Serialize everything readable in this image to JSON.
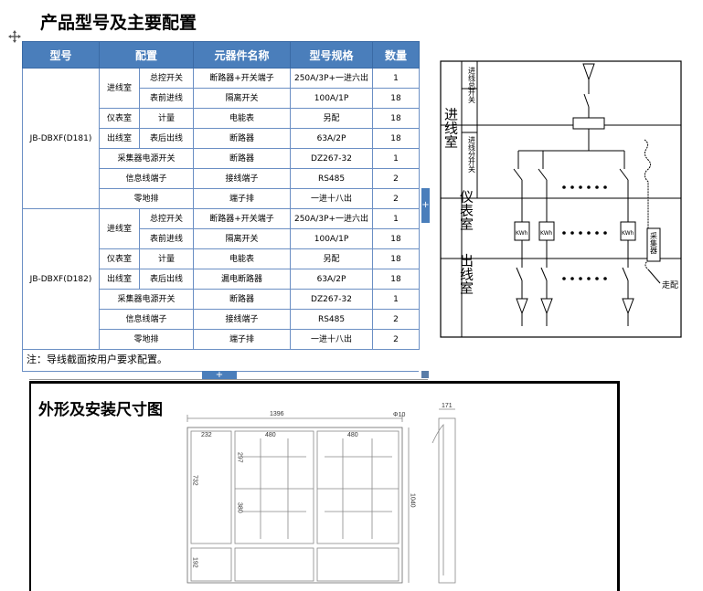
{
  "section1_title": "产品型号及主要配置",
  "table": {
    "headers": [
      "型号",
      "配置",
      "元器件名称",
      "型号规格",
      "数量"
    ],
    "groups": [
      {
        "model": "JB-DBXF(D181)",
        "rows": [
          {
            "room": "进线室",
            "item": "总控开关",
            "name": "断路器+开关端子",
            "spec": "250A/3P+一进六出",
            "qty": "1"
          },
          {
            "room": "",
            "item": "表前进线",
            "name": "隔离开关",
            "spec": "100A/1P",
            "qty": "18"
          },
          {
            "room": "仪表室",
            "item": "计量",
            "name": "电能表",
            "spec": "另配",
            "qty": "18"
          },
          {
            "room": "出线室",
            "item": "表后出线",
            "name": "断路器",
            "spec": "63A/2P",
            "qty": "18"
          },
          {
            "room": "采集器电源开关",
            "item": "",
            "name": "断路器",
            "spec": "DZ267-32",
            "qty": "1"
          },
          {
            "room": "信息线端子",
            "item": "",
            "name": "接线端子",
            "spec": "RS485",
            "qty": "2"
          },
          {
            "room": "零地排",
            "item": "",
            "name": "端子排",
            "spec": "一进十八出",
            "qty": "2"
          }
        ]
      },
      {
        "model": "JB-DBXF(D182)",
        "rows": [
          {
            "room": "进线室",
            "item": "总控开关",
            "name": "断路器+开关端子",
            "spec": "250A/3P+一进六出",
            "qty": "1"
          },
          {
            "room": "",
            "item": "表前进线",
            "name": "隔离开关",
            "spec": "100A/1P",
            "qty": "18"
          },
          {
            "room": "仪表室",
            "item": "计量",
            "name": "电能表",
            "spec": "另配",
            "qty": "18"
          },
          {
            "room": "出线室",
            "item": "表后出线",
            "name": "漏电断路器",
            "spec": "63A/2P",
            "qty": "18"
          },
          {
            "room": "采集器电源开关",
            "item": "",
            "name": "断路器",
            "spec": "DZ267-32",
            "qty": "1"
          },
          {
            "room": "信息线端子",
            "item": "",
            "name": "接线端子",
            "spec": "RS485",
            "qty": "2"
          },
          {
            "room": "零地排",
            "item": "",
            "name": "端子排",
            "spec": "一进十八出",
            "qty": "2"
          }
        ]
      }
    ],
    "note": "注：导线截面按用户要求配置。"
  },
  "diagram": {
    "rooms": [
      "进线室",
      "仪表室",
      "出线室"
    ],
    "side_labels": [
      "进线总开关",
      "进线分开关"
    ],
    "meter_label": "KWh",
    "collector_label": "采集器",
    "wiring_label": "走配"
  },
  "section2_title": "外形及安装尺寸图",
  "dimensions": {
    "total_width": "1396",
    "left_width": "232",
    "col1_width": "480",
    "col2_width": "480",
    "hole": "Φ10",
    "upper_height": "297",
    "lower_height": "380",
    "left_height": "732",
    "bottom_height": "192",
    "total_height": "1040",
    "depth": "171"
  },
  "ui": {
    "plus": "+"
  }
}
